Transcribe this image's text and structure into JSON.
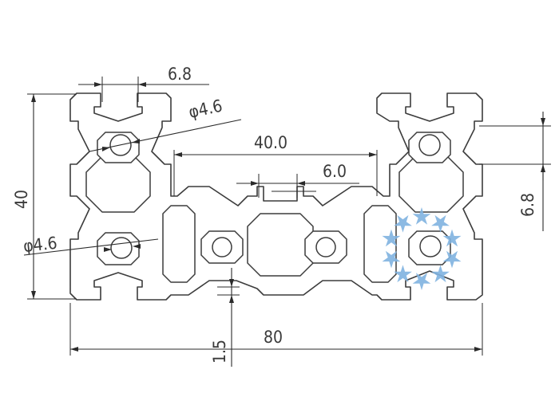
{
  "drawing": {
    "dimensions": {
      "slot_width_top": "6.8",
      "hole_dia_top": "φ4.6",
      "center_distance": "40.0",
      "slot_opening": "6.0",
      "slot_width_right": "6.8",
      "height": "40",
      "hole_dia_left": "φ4.6",
      "wall_thickness": "1.5",
      "width": "80"
    },
    "watermark": {
      "type": "blue-star-ring",
      "color": "#7fb2e0"
    }
  }
}
